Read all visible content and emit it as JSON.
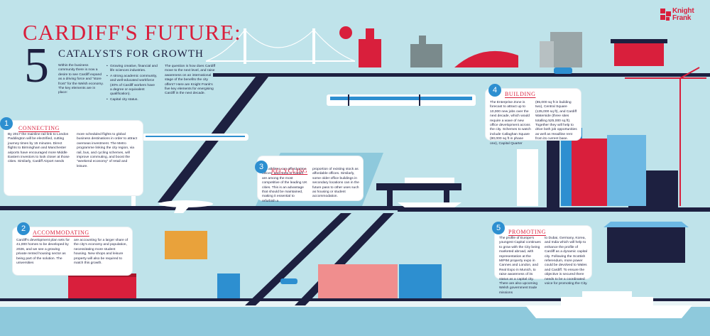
{
  "header": {
    "title": "CARDIFF'S FUTURE:",
    "number": "5",
    "subtitle": "CATALYSTS FOR GROWTH"
  },
  "brand": {
    "line1": "Knight",
    "line2": "Frank",
    "color": "#d91f3c"
  },
  "intro": {
    "p1": "Within the business community there is now a desire to see Cardiff expand as a driving force and \"store front\" for the Welsh economy. The key elements are in place:",
    "bullets": [
      "Growing creative, financial and life sciences industries.",
      "A strong academic community, and well-educated workforce (40% of Cardiff workers have a degree or equivalent qualification).",
      "Capital city status."
    ],
    "p2": "The question is how does Cardiff move to the next level, and raise awareness on an international stage of the benefits the city offers? Here are Knight Frank's five key elements for energising Cardiff in the next decade."
  },
  "sections": [
    {
      "number": "1",
      "heading": "CONNECTING",
      "col1": "By 2017 the mainline rail link to London Paddington will be electrified, cutting journey times by 15 minutes. Direct flights to Birmingham and Manchester airports have encouraged more Middle Eastern investors to look closer at those cities. Similarly, Cardiff Airport needs",
      "col2": "more scheduled flights to global business destinations in order to attract overseas investment. The Metro programme linking the city region, via rail, bus, and cycling schemes, will improve commuting, and boost the \"weekend economy\" of retail and leisure."
    },
    {
      "number": "2",
      "heading": "ACCOMMODATING",
      "col1": "Cardiff's development plan sets for 41,000 homes to be developed by 2026, and we see a growing private rented housing sector as being part of the solution. The universities",
      "col2": "are accounting for a larger share of the city's economy and population, necessitating more student housing. New shops and leisure property will also be required to match this growth."
    },
    {
      "number": "3",
      "heading": "RECYCLING",
      "col1": "Not all firms can afford prime offices, and rents in Cardiff are among the most competitive of the leading UK cities. This is an advantage that should be maintained, making it essential to refurbish a",
      "col2": "proportion of existing stock as affordable offices. Similarly, some older office buildings in secondary locations can in the future pass to other uses such as housing or student accommodation."
    },
    {
      "number": "4",
      "heading": "BUILDING",
      "col1": "The Enterprise Zone is forecast to attract up to 10,000 new jobs over the next decade, which would require a wave of new office development across the city. Schemes to watch include Callaghan Square (80,000 sq ft in phase one), Capital Quarter",
      "col2": "(85,000 sq ft in building two), Central Square (135,000 sq ft), and Cardiff Waterside (three sites totalling 525,000 sq ft). Together they will help to drive both job opportunities as well as Headline rent from its current base."
    },
    {
      "number": "5",
      "heading": "PROMOTING",
      "col1": "The profile of Europe's youngest Capital continues to grow with the City being marketed abroad, with representation at the MIPIM property expo in Cannes and London, and Real Expo in Munich, to raise awareness of its status as a capital city. There are also upcoming Welsh government trade missions",
      "col2": "to Dubai, Germany, Korea, and India which will help to enhance the profile of Cardiff as a dynamic capital city. Following the Scottish referendum, more power could be devolved to Wales and Cardiff. To ensure the objective is secured there needs to be a coordinated voice for promoting the City."
    }
  ],
  "icons": {
    "logo": "knight-frank-logo",
    "sun": "red-sun",
    "bridge": "suspension-bridge",
    "train": "metro-train",
    "plane": "airplane",
    "crane": "construction-crane",
    "yacht": "yacht",
    "car": "car"
  },
  "colors": {
    "background": "#bfe3ea",
    "accent_red": "#d91f3c",
    "navy": "#1d2040",
    "blue": "#2d8fd0",
    "road": "#1d2040",
    "sea": "#8ec9dc"
  }
}
